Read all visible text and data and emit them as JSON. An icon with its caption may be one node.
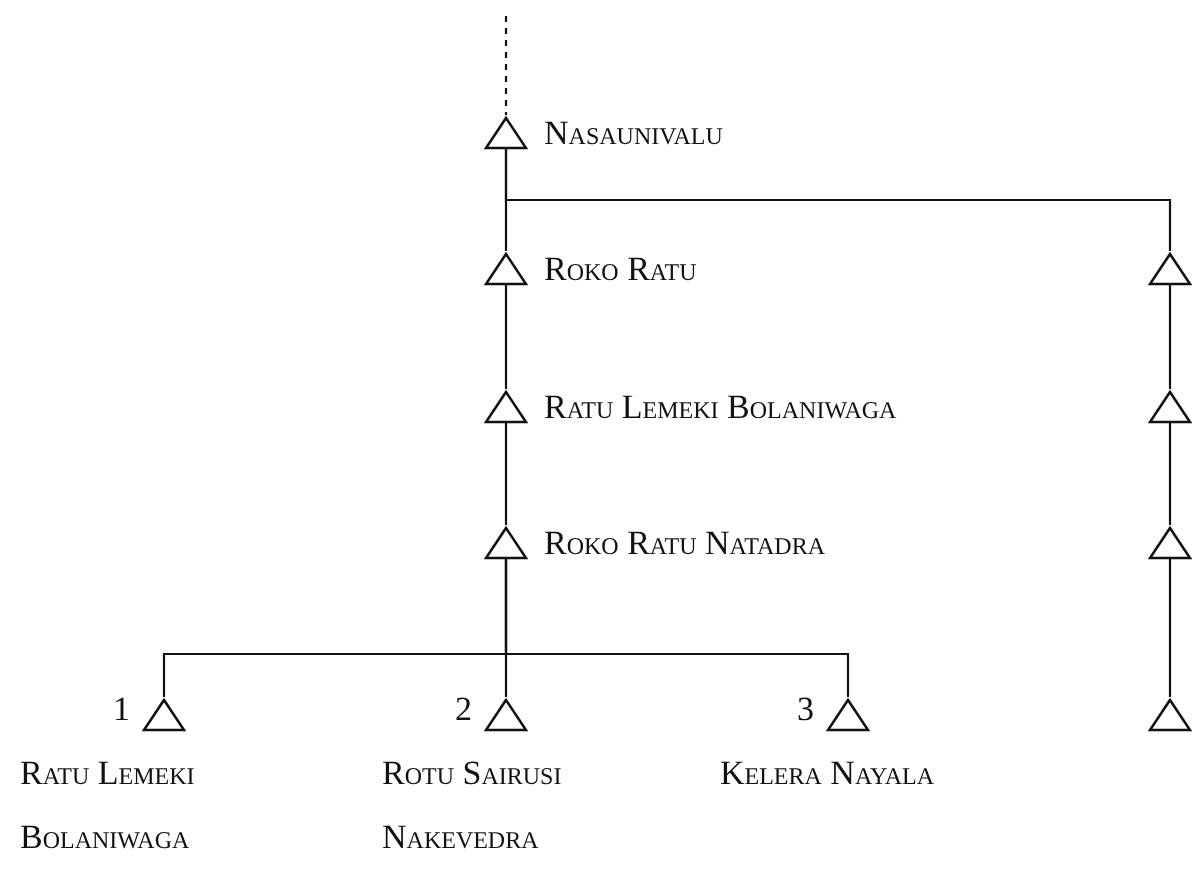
{
  "diagram": {
    "nodes": [
      {
        "text": [
          "Nasaunivalu"
        ]
      },
      {
        "text": [
          "Roko Ratu"
        ]
      },
      {
        "text": [
          "Ratu Lemeki Bolaniwaga"
        ]
      },
      {
        "text": [
          "Roko Ratu Natadra"
        ]
      },
      {
        "text": [],
        "shape": "triangle"
      },
      {
        "text": [],
        "shape": "triangle"
      },
      {
        "text": [],
        "shape": "triangle"
      },
      {
        "text": [
          "Ratu Lemeki Bolaniwaga"
        ],
        "beside": [
          "1"
        ]
      },
      {
        "text": [
          "Rotu Sairusi Nakevedra"
        ],
        "beside": [
          "2"
        ]
      },
      {
        "text": [
          "Kelera Nayala"
        ],
        "beside": [
          "3"
        ]
      },
      {
        "text": [],
        "shape": "triangle"
      }
    ],
    "edges": [
      {
        "from": null,
        "to": 0,
        "arrow": "none",
        "style": "dashed"
      },
      {
        "from": 0,
        "to": 1,
        "arrow": "none"
      },
      {
        "from": 0,
        "to": 4,
        "arrow": "none"
      },
      {
        "from": 1,
        "to": 2,
        "arrow": "none"
      },
      {
        "from": 2,
        "to": 3,
        "arrow": "none"
      },
      {
        "from": 4,
        "to": 5,
        "arrow": "none"
      },
      {
        "from": 5,
        "to": 6,
        "arrow": "none"
      },
      {
        "from": 3,
        "to": 7,
        "arrow": "none"
      },
      {
        "from": 3,
        "to": 8,
        "arrow": "none"
      },
      {
        "from": 3,
        "to": 9,
        "arrow": "none"
      },
      {
        "from": 6,
        "to": 10,
        "arrow": "none"
      }
    ]
  }
}
